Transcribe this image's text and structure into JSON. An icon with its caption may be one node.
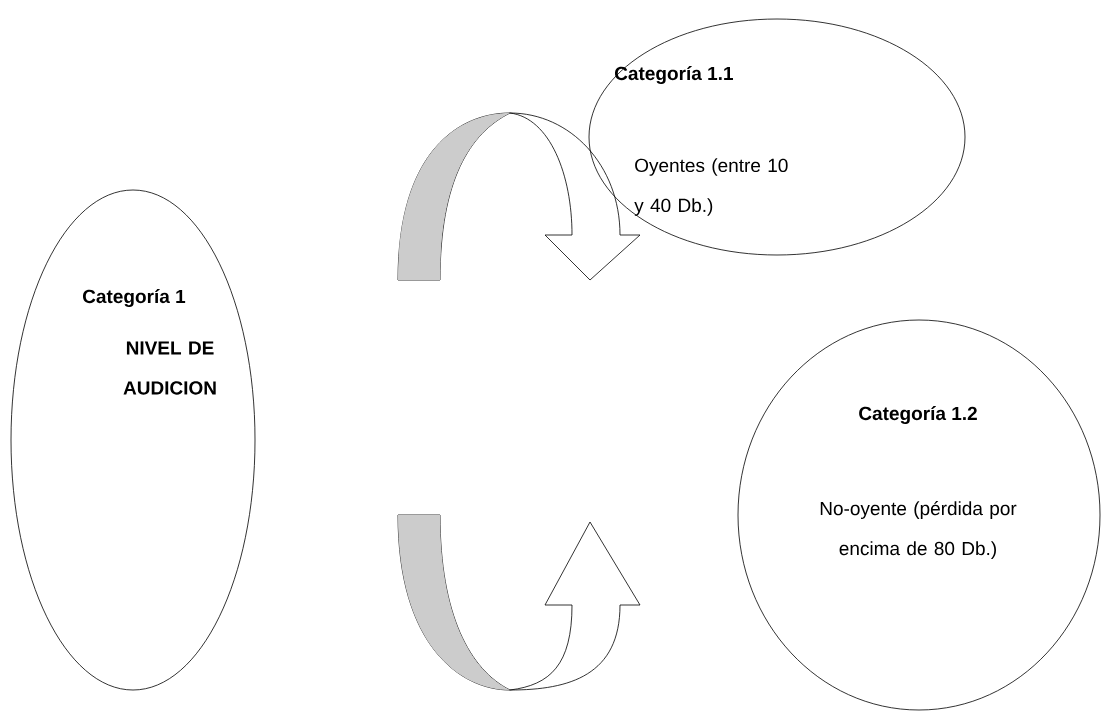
{
  "diagram": {
    "nodes": [
      {
        "text": [
          "Categoría 1",
          "NIVEL DE AUDICION"
        ]
      },
      {
        "text": [
          "Categoría 1.1",
          "Oyentes (entre 10 y 40 Db.)"
        ]
      },
      {
        "text": [
          "Categoría 1.2",
          "No-oyente (pérdida por encima de 80 Db.)"
        ]
      }
    ],
    "edges": [
      {
        "from": 0,
        "to": 1,
        "arrow": "to"
      },
      {
        "from": 0,
        "to": 2,
        "arrow": "to"
      }
    ]
  }
}
